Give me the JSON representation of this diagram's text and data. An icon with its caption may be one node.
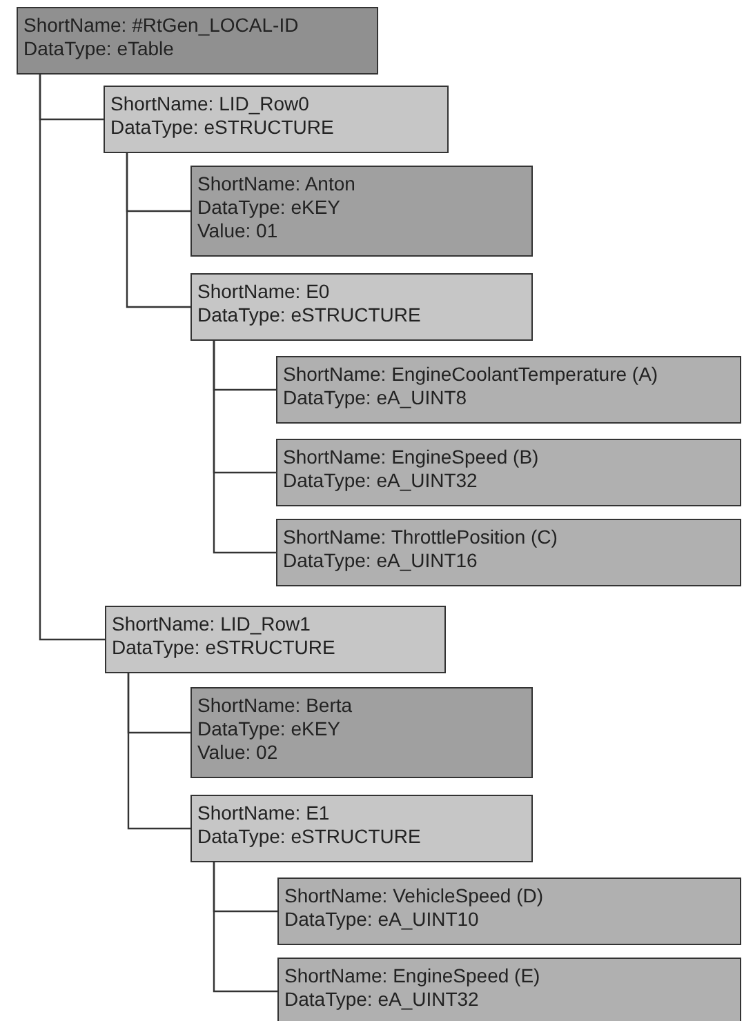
{
  "diagram": {
    "nodes": [
      {
        "text": [
          "ShortName: #RtGen_LOCAL-ID",
          "DataType: eTable"
        ]
      },
      {
        "text": [
          "ShortName: LID_Row0",
          "DataType: eSTRUCTURE"
        ]
      },
      {
        "text": [
          "ShortName: Anton",
          "DataType: eKEY",
          "Value: 01"
        ]
      },
      {
        "text": [
          "ShortName: E0",
          "DataType: eSTRUCTURE"
        ]
      },
      {
        "text": [
          "ShortName: EngineCoolantTemperature (A)",
          "DataType: eA_UINT8"
        ]
      },
      {
        "text": [
          "ShortName: EngineSpeed (B)",
          "DataType: eA_UINT32"
        ]
      },
      {
        "text": [
          "ShortName: ThrottlePosition (C)",
          "DataType: eA_UINT16"
        ]
      },
      {
        "text": [
          "ShortName: LID_Row1",
          "DataType: eSTRUCTURE"
        ]
      },
      {
        "text": [
          "ShortName: Berta",
          "DataType: eKEY",
          "Value: 02"
        ]
      },
      {
        "text": [
          "ShortName: E1",
          "DataType: eSTRUCTURE"
        ]
      },
      {
        "text": [
          "ShortName: VehicleSpeed (D)",
          "DataType: eA_UINT10"
        ]
      },
      {
        "text": [
          "ShortName: EngineSpeed (E)",
          "DataType: eA_UINT32"
        ]
      }
    ],
    "edges": [
      {
        "from": 0,
        "to": 1,
        "arrow": "none"
      },
      {
        "from": 0,
        "to": 7,
        "arrow": "none"
      },
      {
        "from": 1,
        "to": 2,
        "arrow": "none"
      },
      {
        "from": 1,
        "to": 3,
        "arrow": "none"
      },
      {
        "from": 3,
        "to": 4,
        "arrow": "none"
      },
      {
        "from": 3,
        "to": 5,
        "arrow": "none"
      },
      {
        "from": 3,
        "to": 6,
        "arrow": "none"
      },
      {
        "from": 7,
        "to": 8,
        "arrow": "none"
      },
      {
        "from": 7,
        "to": 9,
        "arrow": "none"
      },
      {
        "from": 9,
        "to": 10,
        "arrow": "none"
      },
      {
        "from": 9,
        "to": 11,
        "arrow": "none"
      }
    ]
  }
}
